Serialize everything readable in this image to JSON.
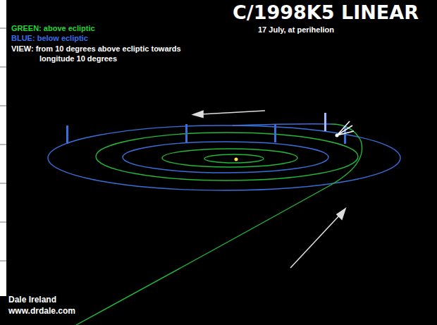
{
  "diagram": {
    "title": "C/1998K5 LINEAR",
    "labels": [
      "17 July, at perihelion",
      "VIEW: from 10 degrees above ecliptic towards longitude 10 degrees",
      "Dale Ireland",
      "www.drdale.com"
    ],
    "legend": [
      {
        "text": "GREEN: above ecliptic",
        "color": "#22d63a"
      },
      {
        "text": "BLUE: below ecliptic",
        "color": "#3a6fe8"
      }
    ]
  }
}
